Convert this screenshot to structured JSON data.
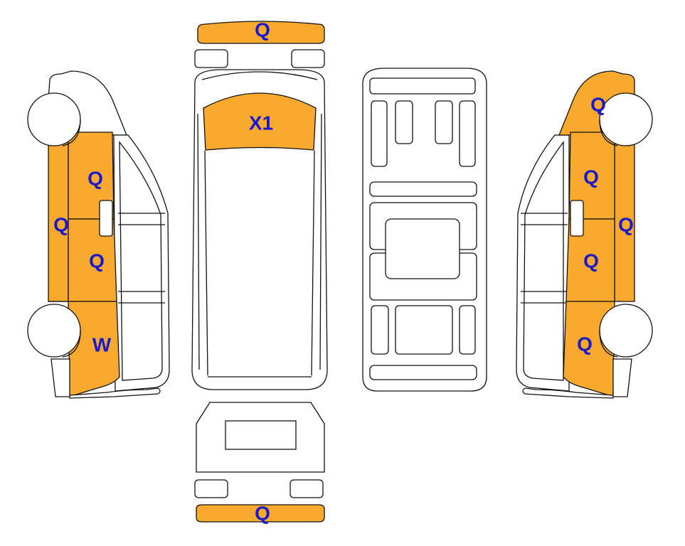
{
  "colors": {
    "damage_fill": "#f9aa2e",
    "label_text": "#1a1acc",
    "outline": "#111111"
  },
  "labels": {
    "front_bumper": "Q",
    "roof": "X1",
    "rear_bumper": "Q",
    "left_front_door": "Q",
    "left_sill": "Q",
    "left_rear_door": "Q",
    "left_rear_quarter": "W",
    "right_hood": "Q",
    "right_front_door": "Q",
    "right_sill": "Q",
    "right_rear_door": "Q",
    "right_rear_quarter": "Q"
  }
}
